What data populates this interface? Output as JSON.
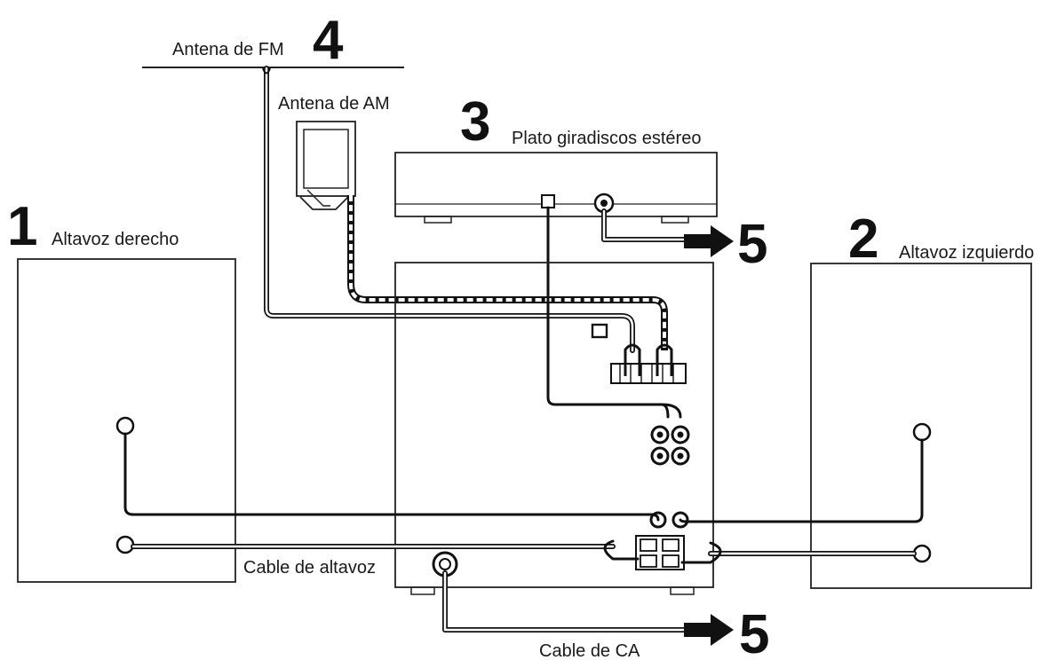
{
  "labels": {
    "fm_antenna": "Antena de FM",
    "am_antenna": "Antena de AM",
    "turntable": "Plato giradiscos estéreo",
    "right_speaker": "Altavoz derecho",
    "left_speaker": "Altavoz izquierdo",
    "speaker_cable": "Cable de altavoz",
    "ac_cable": "Cable de CA"
  },
  "steps": {
    "right_speaker": "1",
    "left_speaker": "2",
    "turntable": "3",
    "antennas": "4",
    "turntable_power": "5",
    "ac_power": "5"
  },
  "colors": {
    "line": "#111111",
    "background": "#ffffff"
  }
}
